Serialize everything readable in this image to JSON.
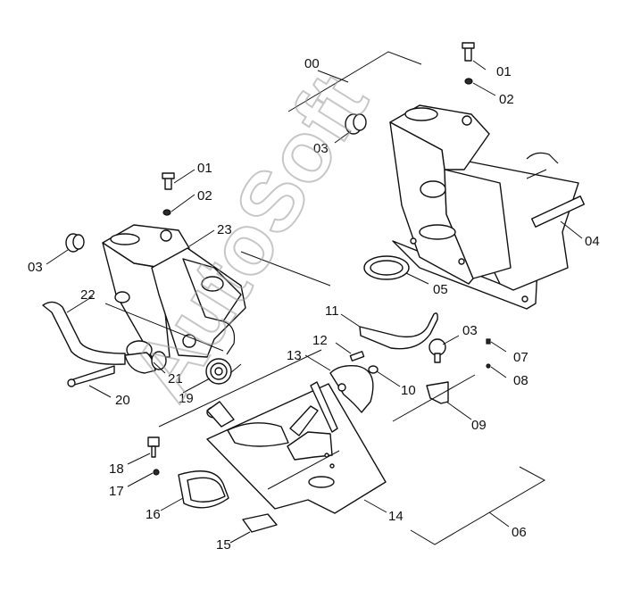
{
  "watermark": "AutoSoft",
  "callouts": {
    "c00": "00",
    "c01a": "01",
    "c02a": "02",
    "c03a": "03",
    "c04": "04",
    "c05": "05",
    "c01b": "01",
    "c02b": "02",
    "c03b": "03",
    "c23": "23",
    "c22": "22",
    "c21": "21",
    "c20": "20",
    "c19": "19",
    "c11": "11",
    "c12": "12",
    "c13": "13",
    "c10": "10",
    "c03c": "03",
    "c07": "07",
    "c08": "08",
    "c09": "09",
    "c18": "18",
    "c17": "17",
    "c16": "16",
    "c15": "15",
    "c14": "14",
    "c06": "06"
  }
}
